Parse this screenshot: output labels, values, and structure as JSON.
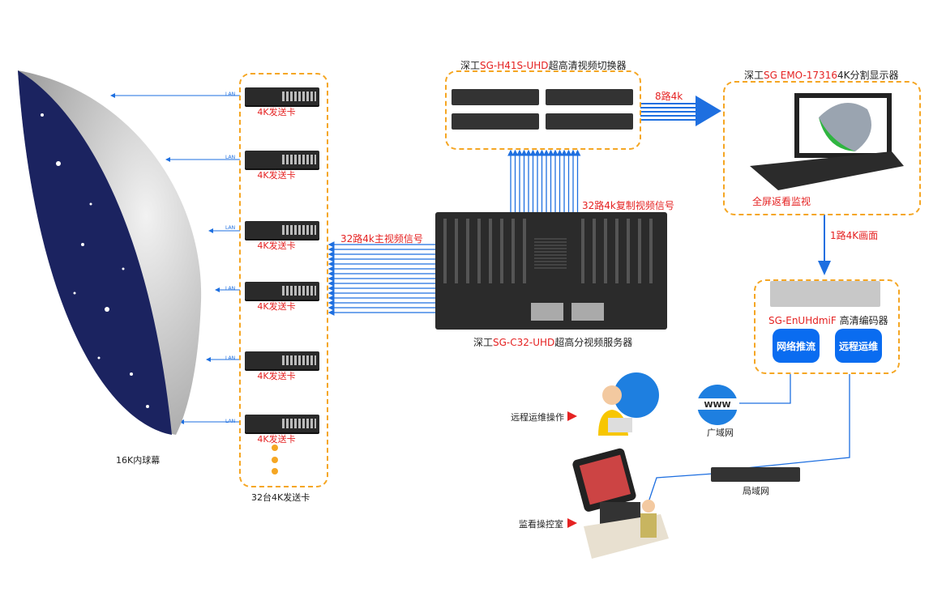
{
  "dome": {
    "label": "16K内球幕"
  },
  "send_cards": {
    "card_label": "4K发送卡",
    "lan_label": "LAN",
    "group_label": "32台4K发送卡"
  },
  "server": {
    "prefix": "深工",
    "model": "SG-C32-UHD",
    "suffix": "超高分视频服务器",
    "main_signal": "32路4k主视频信号",
    "copy_signal": "32路4k复制视频信号"
  },
  "switcher": {
    "prefix": "深工",
    "model": "SG-H41S-UHD",
    "suffix": "超高清视频切换器",
    "output": "8路4k"
  },
  "monitor": {
    "prefix": "深工",
    "model": "SG EMO-17316",
    "suffix": "4K分割显示器",
    "caption": "全屏返看监视",
    "output": "1路4K画面"
  },
  "encoder": {
    "model": "SG-EnUHdmiF",
    "suffix": " 高清编码器",
    "buttons": [
      "网络推流",
      "远程运维"
    ]
  },
  "remote": {
    "label": "远程运维操作"
  },
  "wan": {
    "icon_text": "WWW",
    "label": "广域网"
  },
  "lan": {
    "label": "局域网"
  },
  "control": {
    "label": "监看操控室"
  },
  "colors": {
    "accent": "#e52222",
    "arrow": "#1e6fe0",
    "dash": "#f5a623",
    "button": "#0a6cf0"
  }
}
